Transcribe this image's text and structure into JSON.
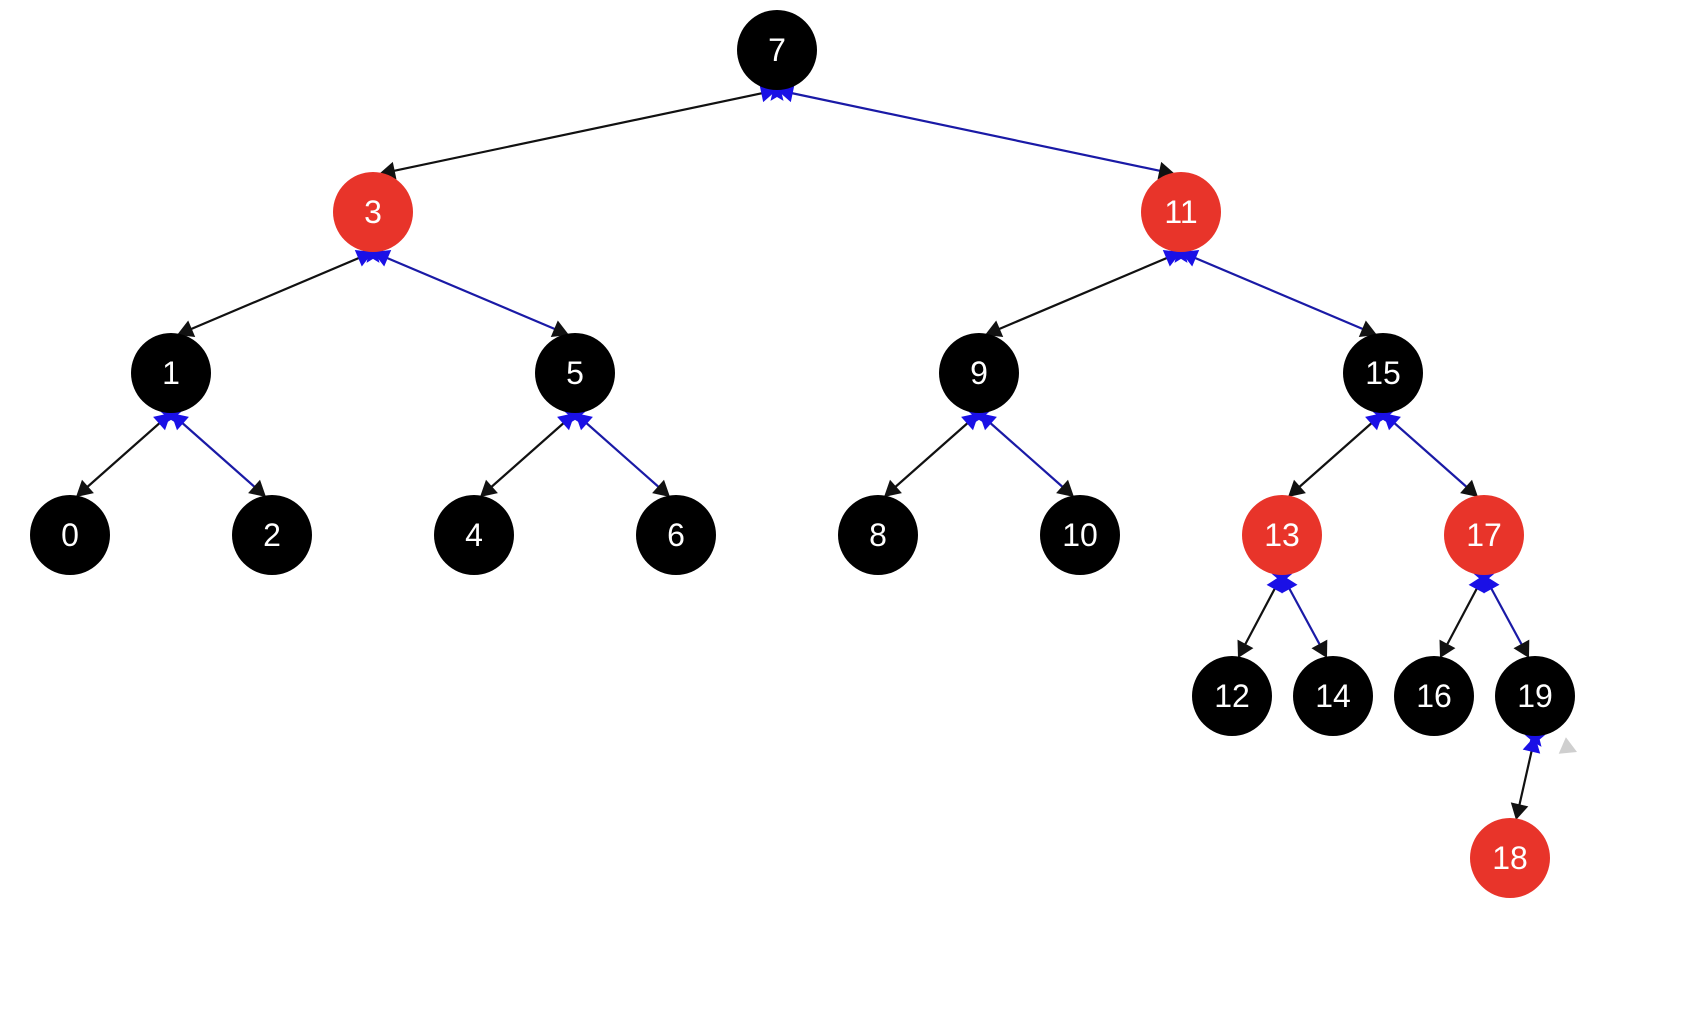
{
  "tree": {
    "colors": {
      "black": "#000000",
      "red": "#e8342a",
      "left_edge": "#111111",
      "right_edge": "#1a1aa6",
      "parent_marker": "#1a10e6",
      "dangling": "#cfcfcf"
    },
    "nodes": [
      {
        "key": "7",
        "label": "7",
        "color": "black"
      },
      {
        "key": "3",
        "label": "3",
        "color": "red"
      },
      {
        "key": "11",
        "label": "11",
        "color": "red"
      },
      {
        "key": "1",
        "label": "1",
        "color": "black"
      },
      {
        "key": "5",
        "label": "5",
        "color": "black"
      },
      {
        "key": "9",
        "label": "9",
        "color": "black"
      },
      {
        "key": "15",
        "label": "15",
        "color": "black"
      },
      {
        "key": "0",
        "label": "0",
        "color": "black"
      },
      {
        "key": "2",
        "label": "2",
        "color": "black"
      },
      {
        "key": "4",
        "label": "4",
        "color": "black"
      },
      {
        "key": "6",
        "label": "6",
        "color": "black"
      },
      {
        "key": "8",
        "label": "8",
        "color": "black"
      },
      {
        "key": "10",
        "label": "10",
        "color": "black"
      },
      {
        "key": "13",
        "label": "13",
        "color": "red"
      },
      {
        "key": "17",
        "label": "17",
        "color": "red"
      },
      {
        "key": "12",
        "label": "12",
        "color": "black"
      },
      {
        "key": "14",
        "label": "14",
        "color": "black"
      },
      {
        "key": "16",
        "label": "16",
        "color": "black"
      },
      {
        "key": "19",
        "label": "19",
        "color": "black"
      },
      {
        "key": "18",
        "label": "18",
        "color": "red"
      }
    ],
    "edges": [
      {
        "from": "7",
        "to": "3",
        "side": "left"
      },
      {
        "from": "7",
        "to": "11",
        "side": "right"
      },
      {
        "from": "3",
        "to": "1",
        "side": "left"
      },
      {
        "from": "3",
        "to": "5",
        "side": "right"
      },
      {
        "from": "11",
        "to": "9",
        "side": "left"
      },
      {
        "from": "11",
        "to": "15",
        "side": "right"
      },
      {
        "from": "1",
        "to": "0",
        "side": "left"
      },
      {
        "from": "1",
        "to": "2",
        "side": "right"
      },
      {
        "from": "5",
        "to": "4",
        "side": "left"
      },
      {
        "from": "5",
        "to": "6",
        "side": "right"
      },
      {
        "from": "9",
        "to": "8",
        "side": "left"
      },
      {
        "from": "9",
        "to": "10",
        "side": "right"
      },
      {
        "from": "15",
        "to": "13",
        "side": "left"
      },
      {
        "from": "15",
        "to": "17",
        "side": "right"
      },
      {
        "from": "13",
        "to": "12",
        "side": "left"
      },
      {
        "from": "13",
        "to": "14",
        "side": "right"
      },
      {
        "from": "17",
        "to": "16",
        "side": "left"
      },
      {
        "from": "17",
        "to": "19",
        "side": "right"
      },
      {
        "from": "19",
        "to": "18",
        "side": "left"
      }
    ],
    "dangling": [
      {
        "from": "19",
        "side": "right"
      }
    ]
  }
}
